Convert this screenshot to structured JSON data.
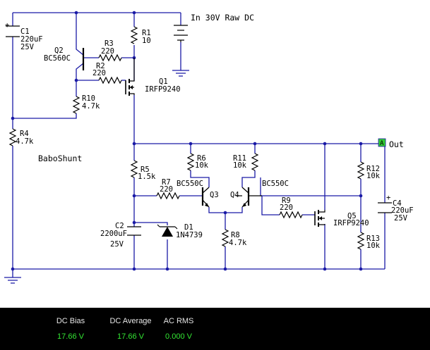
{
  "schematic": {
    "supply_label": "In 30V Raw DC",
    "title": "BaboShunt",
    "out_label": "Out",
    "node_marker": "A",
    "components": {
      "C1": {
        "ref": "C1",
        "value": "220uF",
        "rating": "25V",
        "pol": "+"
      },
      "Q2": {
        "ref": "Q2",
        "part": "BC560C"
      },
      "R3": {
        "ref": "R3",
        "value": "220"
      },
      "R2": {
        "ref": "R2",
        "value": "220"
      },
      "R1": {
        "ref": "R1",
        "value": "10"
      },
      "Q1": {
        "ref": "Q1",
        "part": "IRFP9240"
      },
      "R10": {
        "ref": "R10",
        "value": "4.7k"
      },
      "R4": {
        "ref": "R4",
        "value": "4.7k"
      },
      "R5": {
        "ref": "R5",
        "value": "1.5k"
      },
      "R6": {
        "ref": "R6",
        "value": "10k"
      },
      "R11": {
        "ref": "R11",
        "value": "10k"
      },
      "R7": {
        "ref": "R7",
        "value": "220"
      },
      "Q3": {
        "ref": "Q3",
        "part": "BC550C"
      },
      "Q4": {
        "ref": "Q4",
        "part": "BC550C"
      },
      "R9": {
        "ref": "R9",
        "value": "220"
      },
      "R12": {
        "ref": "R12",
        "value": "10k"
      },
      "C4": {
        "ref": "C4",
        "value": "220uF",
        "rating": "25V",
        "pol": "+"
      },
      "Q5": {
        "ref": "Q5",
        "part": "IRFP9240"
      },
      "R13": {
        "ref": "R13",
        "value": "10k"
      },
      "C2": {
        "ref": "C2",
        "value": "2200uF",
        "rating": "25V"
      },
      "D1": {
        "ref": "D1",
        "part": "1N4739"
      },
      "R8": {
        "ref": "R8",
        "value": "4.7k"
      }
    }
  },
  "meter": {
    "dc_bias": {
      "label": "DC Bias",
      "value": "17.66 V"
    },
    "dc_average": {
      "label": "DC Average",
      "value": "17.66 V"
    },
    "ac_rms": {
      "label": "AC RMS",
      "value": "0.000 V"
    }
  },
  "colors": {
    "wire": "#1a1aa6",
    "meter_bg": "#000000",
    "meter_value": "#33e633",
    "node_marker": "#33cc33"
  }
}
